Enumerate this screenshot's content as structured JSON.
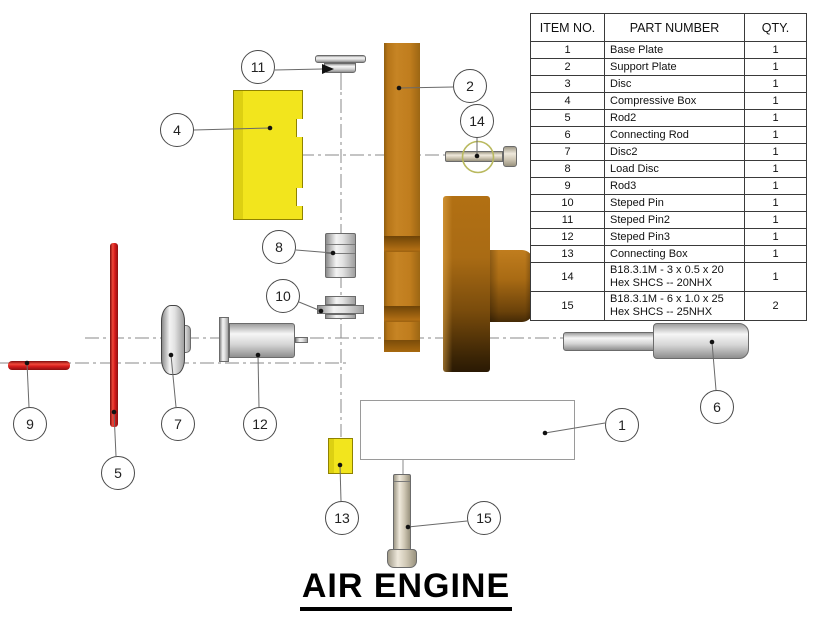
{
  "title": "AIR ENGINE",
  "bom": {
    "headers": [
      "ITEM NO.",
      "PART NUMBER",
      "QTY."
    ],
    "rows": [
      [
        "1",
        "Base Plate",
        "1"
      ],
      [
        "2",
        "Support Plate",
        "1"
      ],
      [
        "3",
        "Disc",
        "1"
      ],
      [
        "4",
        "Compressive Box",
        "1"
      ],
      [
        "5",
        "Rod2",
        "1"
      ],
      [
        "6",
        "Connecting Rod",
        "1"
      ],
      [
        "7",
        "Disc2",
        "1"
      ],
      [
        "8",
        "Load Disc",
        "1"
      ],
      [
        "9",
        "Rod3",
        "1"
      ],
      [
        "10",
        "Steped Pin",
        "1"
      ],
      [
        "11",
        "Steped Pin2",
        "1"
      ],
      [
        "12",
        "Steped Pin3",
        "1"
      ],
      [
        "13",
        "Connecting Box",
        "1"
      ],
      [
        "14",
        "B18.3.1M - 3 x 0.5 x 20 Hex SHCS -- 20NHX",
        "1"
      ],
      [
        "15",
        "B18.3.1M - 6 x 1.0 x 25 Hex SHCS -- 25NHX",
        "2"
      ]
    ]
  },
  "callouts": {
    "b1": "1",
    "b2": "2",
    "b4": "4",
    "b5": "5",
    "b6": "6",
    "b7": "7",
    "b8": "8",
    "b9": "9",
    "b10": "10",
    "b11": "11",
    "b12": "12",
    "b13": "13",
    "b14": "14",
    "b15": "15"
  },
  "colors": {
    "part_orange": "#be7c1e",
    "part_dark_brown": "#3a2405",
    "part_yellow": "#f2e51d",
    "part_red": "#e02121",
    "highlight_olive": "#b9b95f"
  }
}
